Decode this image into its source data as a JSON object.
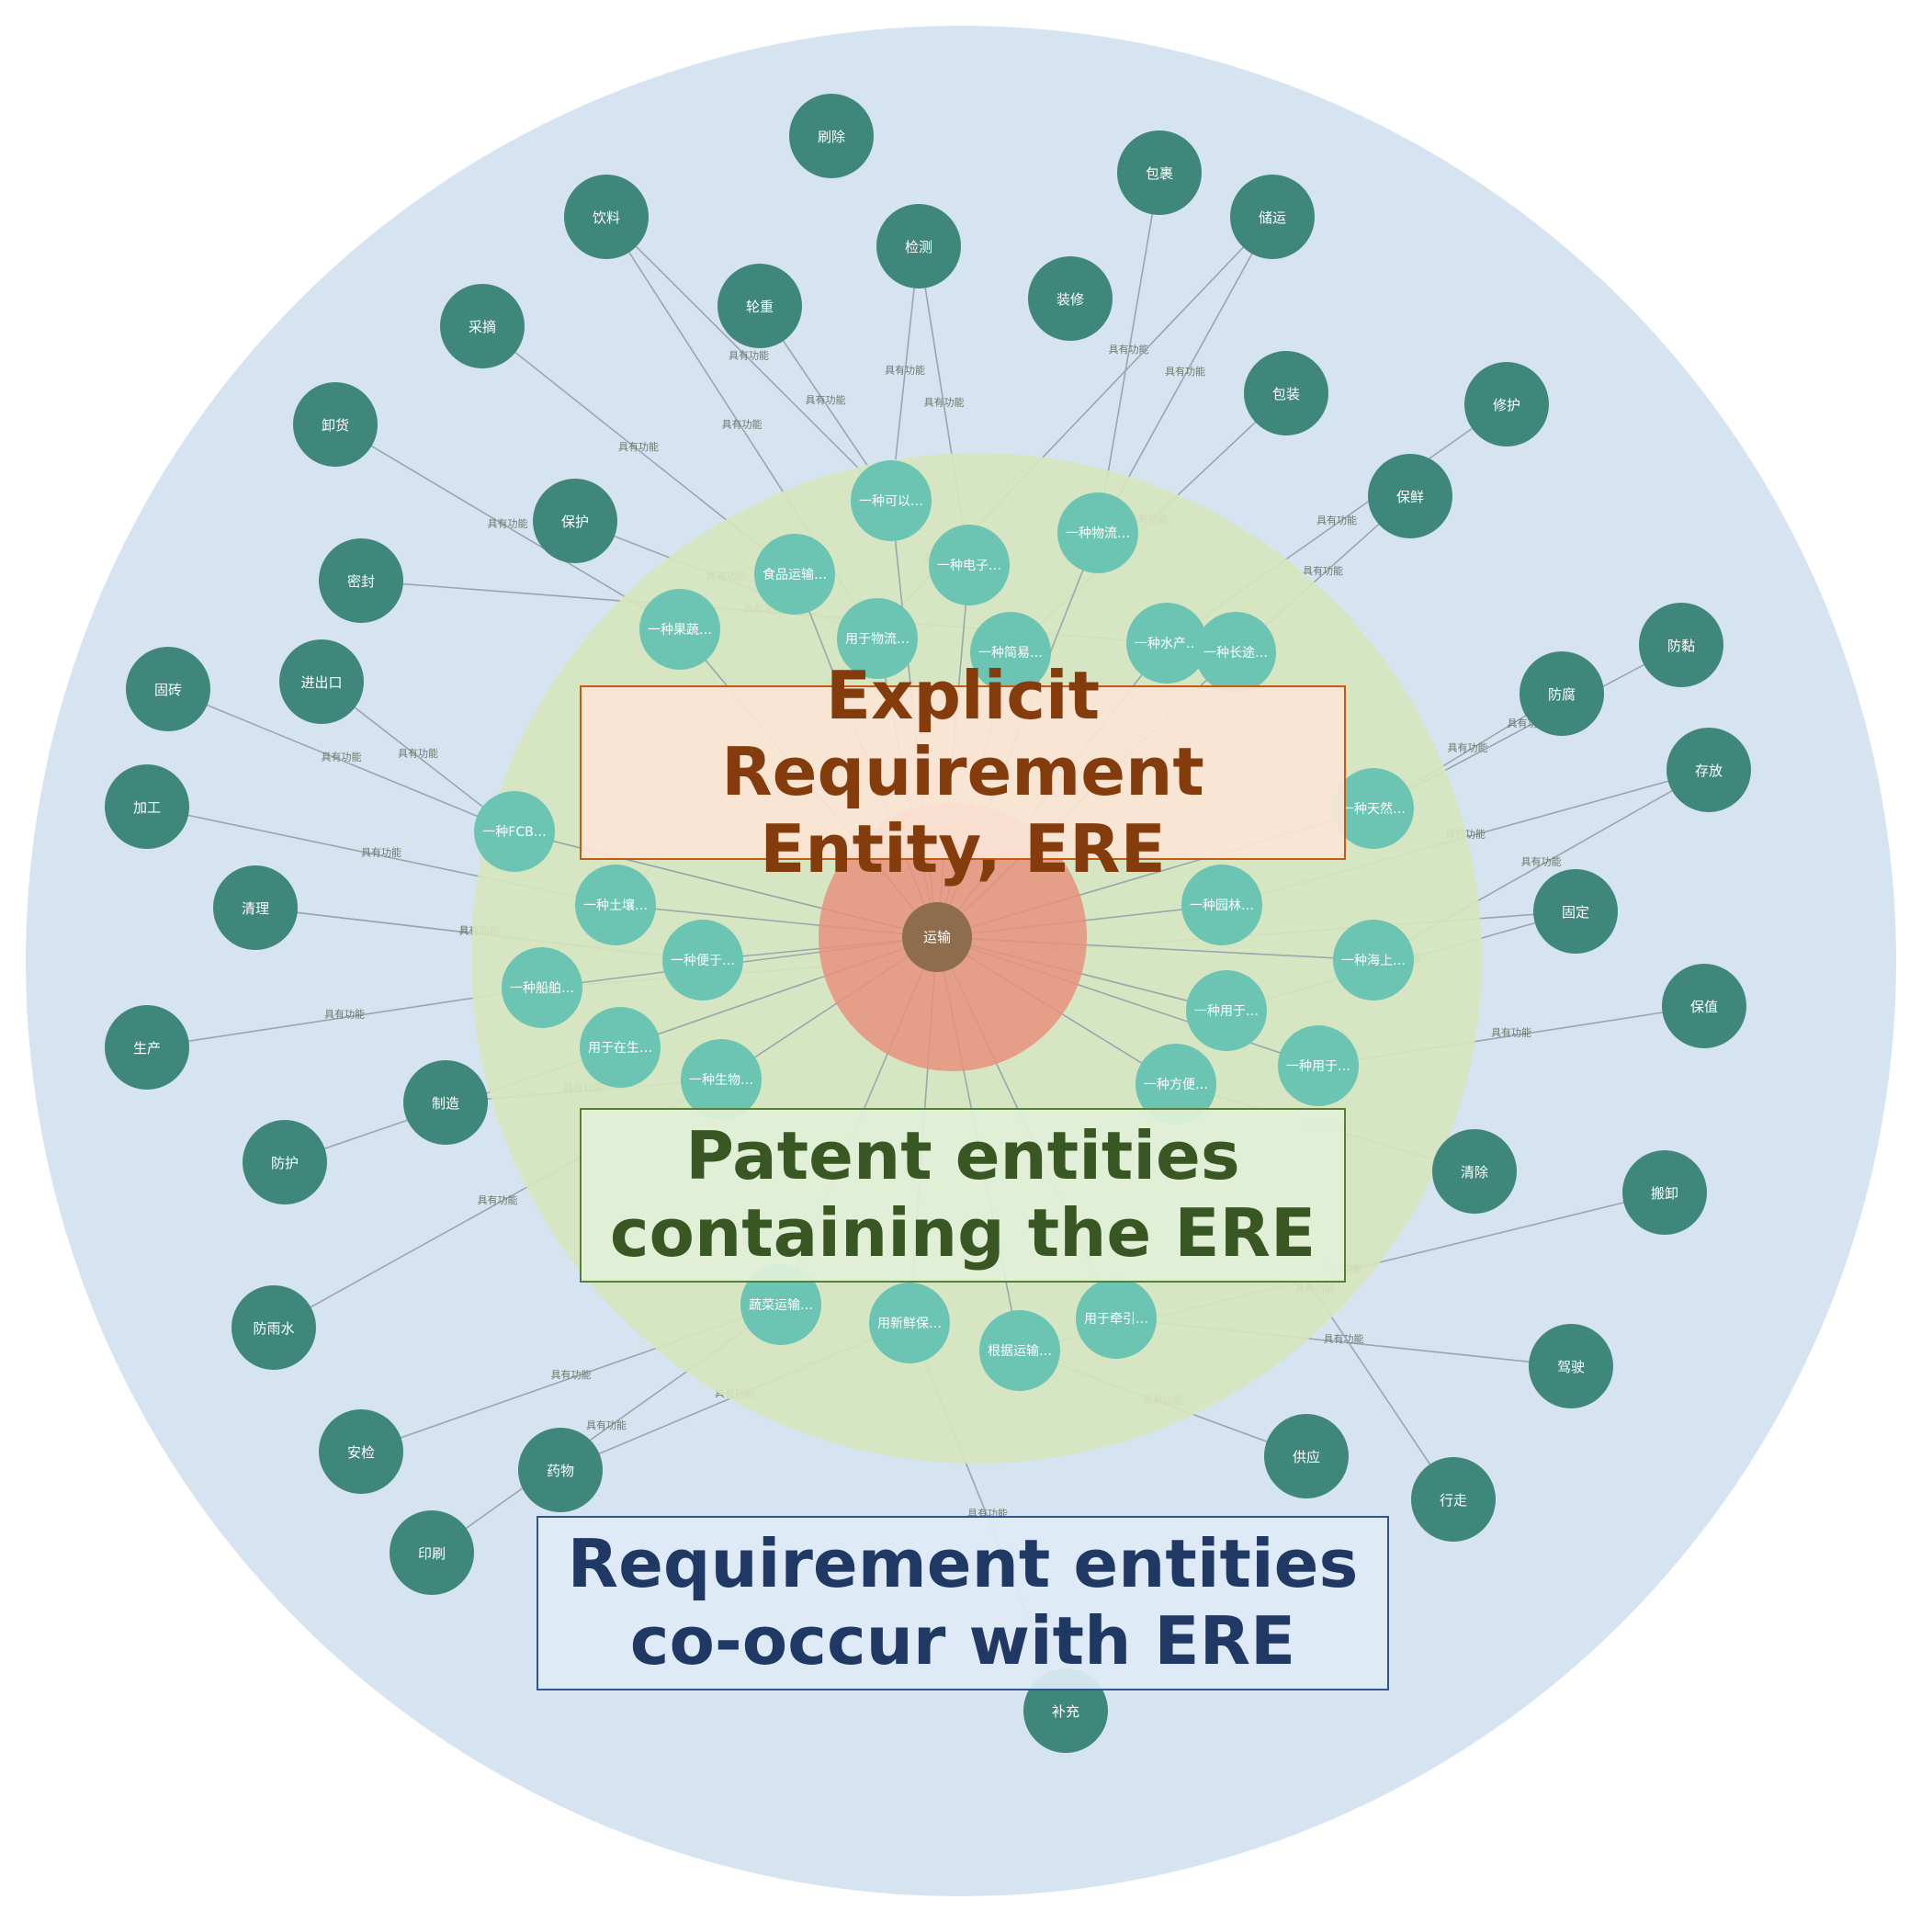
{
  "colors": {
    "outer_ring": "#d6e4f2",
    "middle_ring": "#d7e6bd",
    "inner_core": "#e8917c",
    "outer_node": "#3f877a",
    "patent_node": "#6cc4b2",
    "center_node": "#8e6c4e",
    "edge": "#9aa6ae"
  },
  "center_node": "运输",
  "edge_label": "具有功能",
  "captions": {
    "explicit": "Explicit Requirement\nEntity, ERE",
    "patent": "Patent entities\ncontaining the ERE",
    "cooccur": "Requirement entities\nco-occur with ERE"
  },
  "patent_nodes": [
    "一种可以…",
    "一种电子…",
    "一种物流…",
    "食品运输…",
    "一种果蔬…",
    "用于物流…",
    "一种简易…",
    "一种水产…",
    "一种长途…",
    "一种FCB…",
    "一种土壤…",
    "一种便于…",
    "一种船舶…",
    "用于在生…",
    "一种生物…",
    "一种天然…",
    "一种园林…",
    "一种海上…",
    "一种用于…",
    "一种用于…",
    "一种方便…",
    "用于牵引…",
    "根据运输…",
    "蔬菜运输…",
    "用新鲜保…"
  ],
  "requirement_nodes": [
    "刷除",
    "包裹",
    "饮料",
    "检测",
    "储运",
    "装修",
    "采摘",
    "轮重",
    "卸货",
    "保护",
    "包装",
    "密封",
    "保鲜",
    "修护",
    "进出口",
    "固砖",
    "加工",
    "防腐",
    "防黏",
    "存放",
    "清理",
    "固定",
    "保值",
    "生产",
    "制造",
    "防护",
    "清除",
    "搬卸",
    "防雨水",
    "驾驶",
    "安检",
    "药物",
    "供应",
    "行走",
    "印刷",
    "补充"
  ]
}
